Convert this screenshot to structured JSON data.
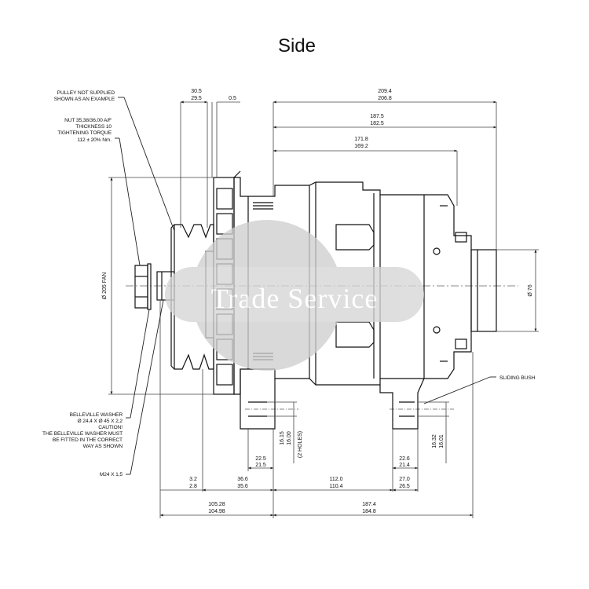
{
  "title": "Side",
  "watermark": "Trade Service",
  "colors": {
    "line": "#111111",
    "watermark_disc": "#d9d9d9"
  },
  "notes": {
    "pulley": [
      "PULLEY NOT SUPPLIED",
      "SHOWN AS AN EXAMPLE"
    ],
    "nut": [
      "NUT 35,38/36,00 A/F",
      "THICKNESS 10",
      "TIGHTENING TORQUE",
      "112 ± 20% Nm."
    ],
    "washer": [
      "BELLEVILLE WASHER",
      "Ø 24,4 X     Ø 45 X 2,2",
      "CAUTION!",
      "THE BELLEVILLE WASHER MUST",
      "BE FITTED IN THE CORRECT",
      "WAY AS SHOWN"
    ],
    "thread": "M24 X 1,5",
    "sliding_bush": "SLIDING BUSH"
  },
  "dimensions": {
    "top_30": [
      "30.5",
      "29.5"
    ],
    "top_05": "0.5",
    "top_209": [
      "209.4",
      "206.8"
    ],
    "top_187": [
      "187.5",
      "182.5"
    ],
    "top_171": [
      "171.8",
      "169.2"
    ],
    "fan_dia": "Ø 205 FAN",
    "dia_76": "Ø 76",
    "hole_dia": [
      "16.15",
      "16.00"
    ],
    "holes": "(2 HOLES)",
    "bush_dia": [
      "16.32",
      "16.01"
    ],
    "b_22_left": [
      "22.5",
      "21.5"
    ],
    "b_22_right": [
      "22.6",
      "21.4"
    ],
    "b_3": [
      "3.2",
      "2.8"
    ],
    "b_36": [
      "36.6",
      "35.6"
    ],
    "b_112": [
      "112.0",
      "110.4"
    ],
    "b_27": [
      "27.0",
      "26.5"
    ],
    "b_105": [
      "105.28",
      "104.98"
    ],
    "b_187": [
      "187.4",
      "184.8"
    ]
  }
}
